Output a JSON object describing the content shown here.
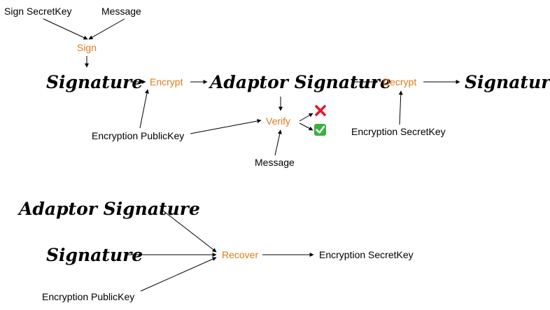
{
  "colors": {
    "operation": "#e07b1a",
    "text": "#000000",
    "fail": "#e0162b",
    "success": "#3cb043"
  },
  "top": {
    "sign_secretkey": "Sign SecretKey",
    "message_top": "Message",
    "sign": "Sign",
    "signature_left": "Signature",
    "encrypt": "Encrypt",
    "adaptor_signature": "Adaptor Signature",
    "decrypt": "Decrypt",
    "signature_right": "Signature",
    "verify": "Verify",
    "encryption_publickey": "Encryption PublicKey",
    "message_bottom": "Message",
    "encryption_secretkey": "Encryption SecretKey",
    "fail_icon": "cross-mark-icon",
    "success_icon": "check-mark-button-icon"
  },
  "bottom": {
    "adaptor_signature": "Adaptor Signature",
    "signature": "Signature",
    "encryption_publickey": "Encryption PublicKey",
    "recover": "Recover",
    "encryption_secretkey": "Encryption SecretKey"
  }
}
